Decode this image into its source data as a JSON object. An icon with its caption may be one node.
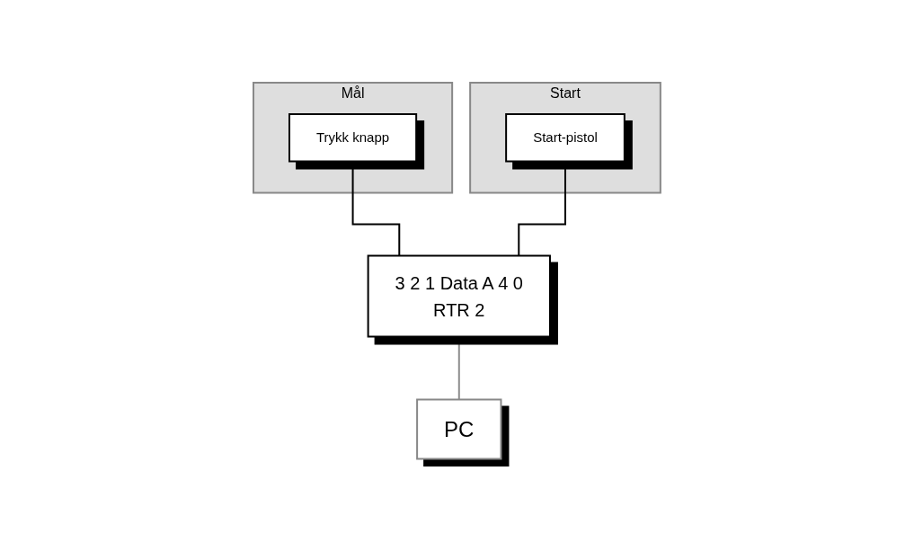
{
  "diagram": {
    "nodes": [
      {
        "text": [
          "Mål"
        ]
      },
      {
        "text": [
          "Trykk knapp"
        ],
        "in": 0
      },
      {
        "text": [
          "Start"
        ]
      },
      {
        "text": [
          "Start-pistol"
        ],
        "in": 2
      },
      {
        "text": [
          "3 2 1 Data A 4 0",
          "RTR 2"
        ]
      },
      {
        "text": [
          "PC"
        ]
      }
    ],
    "edges": [
      {
        "from": 1,
        "to": 4,
        "arrow": "none"
      },
      {
        "from": 3,
        "to": 4,
        "arrow": "none"
      },
      {
        "from": 4,
        "to": 5,
        "arrow": "none",
        "color": "#8c8c8c"
      }
    ]
  }
}
